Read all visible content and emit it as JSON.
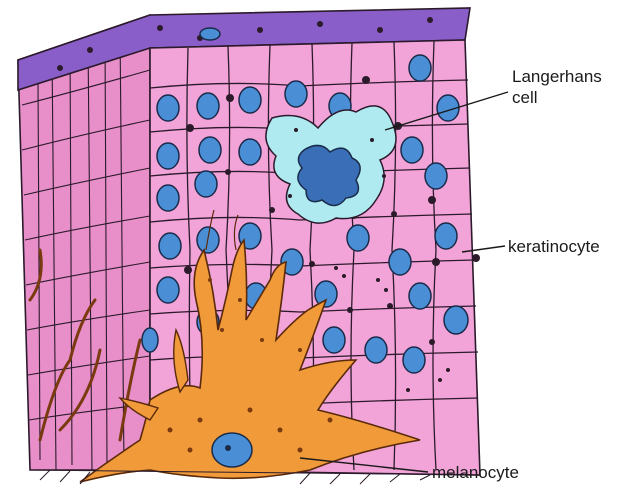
{
  "labels": {
    "langerhans_line1": "Langerhans",
    "langerhans_line2": "cell",
    "keratinocyte": "keratinocyte",
    "melanocyte": "melanocyte"
  },
  "colors": {
    "background": "#ffffff",
    "keratinocyte_fill": "#f2a3d8",
    "side_face_fill": "#e88fca",
    "stratum_top": "#8a5ec8",
    "langerhans_fill": "#aeeaf0",
    "langerhans_nucleus": "#3a6fb8",
    "nucleus": "#4a8fd6",
    "melanocyte_fill": "#f09a3a",
    "outline": "#2b1a2b"
  }
}
